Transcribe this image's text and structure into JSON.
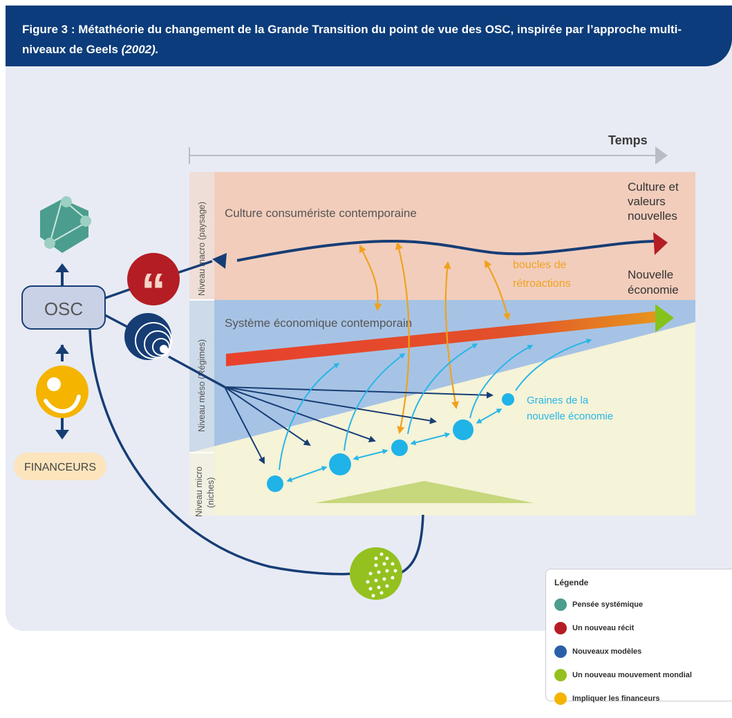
{
  "header": {
    "title": "Figure 3 : Métathéorie du changement de la Grande Transition du point de vue des OSC, inspirée par l’approche multi-niveaux de Geels",
    "year": "(2002)."
  },
  "diagram": {
    "time_label": "Temps",
    "osc_label": "OSC",
    "financeurs_label": "FINANCEURS",
    "levels": {
      "macro": "Niveau macro (paysage)",
      "meso": "Niveau méso (Régimes)",
      "micro": "Niveau micro (niches)"
    },
    "culture_label": "Culture consumériste contemporaine",
    "system_label": "Système économique contemporain",
    "culture_new_line1": "Culture et",
    "culture_new_line2": "valeurs",
    "culture_new_line3": "nouvelles",
    "economy_new_line1": "Nouvelle",
    "economy_new_line2": "économie",
    "feedback_line1": "boucles de",
    "feedback_line2": "rétroactions",
    "seeds_line1": "Graines de la",
    "seeds_line2": "nouvelle économie"
  },
  "legend": {
    "title": "Légende",
    "items": [
      {
        "label": "Pensée systémique",
        "color": "#4b9e8d",
        "icon": "network-icon"
      },
      {
        "label": "Un nouveau récit",
        "color": "#b51d24",
        "icon": "quote-icon"
      },
      {
        "label": "Nouveaux modèles",
        "color": "#2a5fa8",
        "icon": "rings-icon"
      },
      {
        "label": "Un nouveau mouvement mondial",
        "color": "#94c11f",
        "icon": "dots-icon"
      },
      {
        "label": "Impliquer les financeurs",
        "color": "#f4b400",
        "icon": "coin-icon"
      }
    ]
  },
  "colors": {
    "header": "#0c3c7b",
    "macro_band": "#f2cdbc",
    "meso_band": "#a6c3e5",
    "micro_band": "#f5f3d8",
    "arrow_dark": "#173d75",
    "arrow_light": "#29b6e6",
    "feedback": "#f0a21c"
  }
}
